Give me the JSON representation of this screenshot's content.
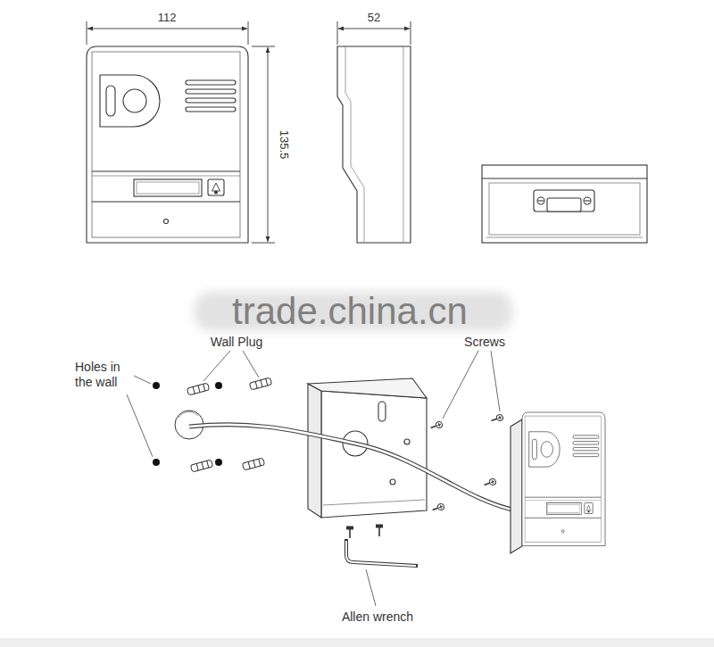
{
  "diagram": {
    "labels": [
      "112",
      "52",
      "135.5",
      "trade.china.cn",
      "Wall Plug",
      "Screws",
      "Holes in the wall",
      "Allen wrench"
    ]
  }
}
